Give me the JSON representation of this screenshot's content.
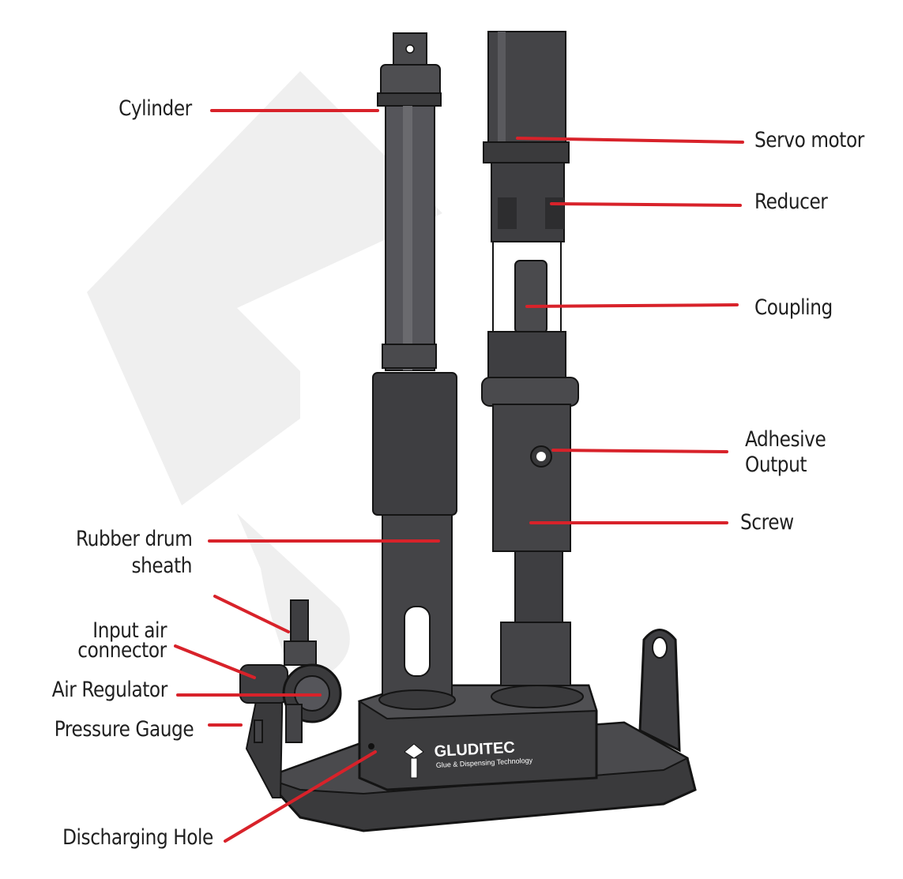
{
  "colors": {
    "machine_dark": "#3d3d3f",
    "machine_mid": "#4b4b4e",
    "machine_light": "#5e5e61",
    "outline": "#141414",
    "leader": "#d8222a",
    "watermark": "#efefef",
    "label_text": "#1f1f1f"
  },
  "labels": {
    "cylinder": "Cylinder",
    "servo_motor": "Servo motor",
    "reducer": "Reducer",
    "coupling": "Coupling",
    "adhesive_output_1": "Adhesive",
    "adhesive_output_2": "Output",
    "screw": "Screw",
    "rubber_drum_sheath_1": "Rubber drum",
    "rubber_drum_sheath_2": "sheath",
    "input_air_connector_1": "Input air",
    "input_air_connector_2": "connector",
    "air_regulator": "Air Regulator",
    "pressure_gauge": "Pressure Gauge",
    "discharging_hole": "Discharging Hole"
  },
  "logo": {
    "brand": "GLUDITEC",
    "tagline": "Glue & Dispensing Technology"
  }
}
